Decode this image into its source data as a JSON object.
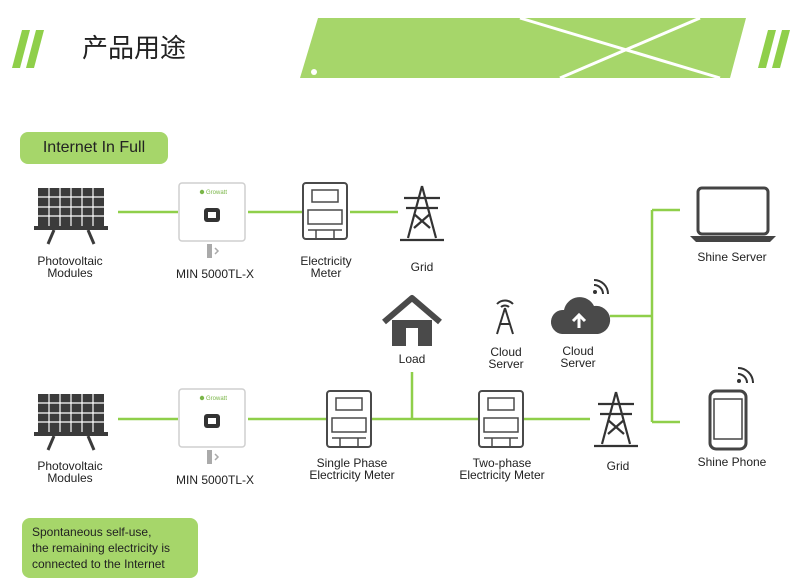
{
  "header": {
    "title": "产品用途"
  },
  "scenario_internet_full": {
    "badge": "Internet In Full",
    "pv_label_1": "Photovoltaic",
    "pv_label_2": "Modules",
    "inverter_label": "MIN 5000TL-X",
    "meter_label_1": "Electricity",
    "meter_label_2": "Meter",
    "grid_label": "Grid"
  },
  "center": {
    "load_label": "Load",
    "tower_label_1": "Cloud",
    "tower_label_2": "Server",
    "cloud_label_1": "Cloud",
    "cloud_label_2": "Server"
  },
  "scenario_self_use": {
    "pv_label_1": "Photovoltaic",
    "pv_label_2": "Modules",
    "inverter_label": "MIN 5000TL-X",
    "single_meter_label_1": "Single Phase",
    "single_meter_label_2": "Electricity Meter",
    "two_meter_label_1": "Two-phase",
    "two_meter_label_2": "Electricity Meter",
    "grid_label": "Grid"
  },
  "devices": {
    "laptop_label": "Shine Server",
    "phone_label": "Shine Phone"
  },
  "note": {
    "line1": "Spontaneous self-use,",
    "line2": "the remaining electricity is",
    "line3": "connected to the Internet"
  },
  "colors": {
    "accent_green": "#a6d66a",
    "line_green": "#8fcf4a",
    "icon_dark": "#3a3a3a"
  }
}
